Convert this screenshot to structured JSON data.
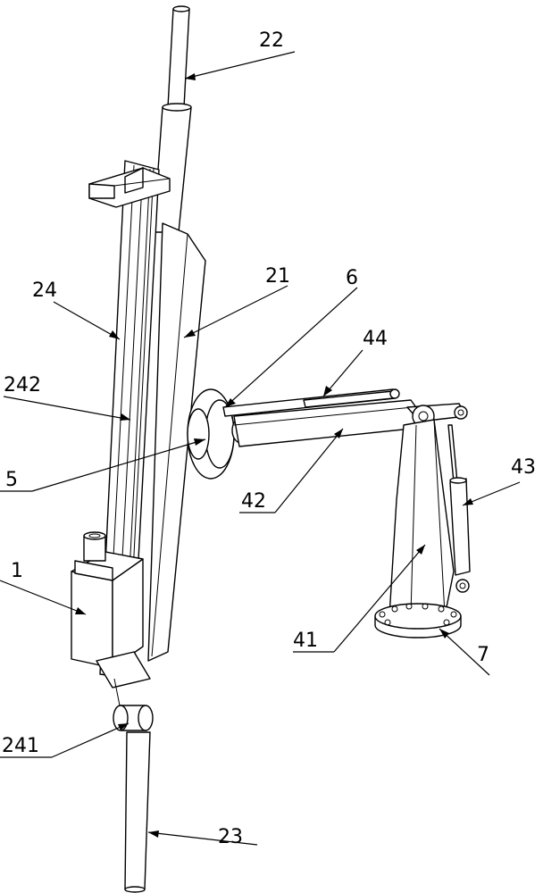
{
  "labels": {
    "l22": "22",
    "l21": "21",
    "l6": "6",
    "l24": "24",
    "l44": "44",
    "l242": "242",
    "l43": "43",
    "l5": "5",
    "l42": "42",
    "l1": "1",
    "l41": "41",
    "l7": "7",
    "l241": "241",
    "l23": "23"
  }
}
